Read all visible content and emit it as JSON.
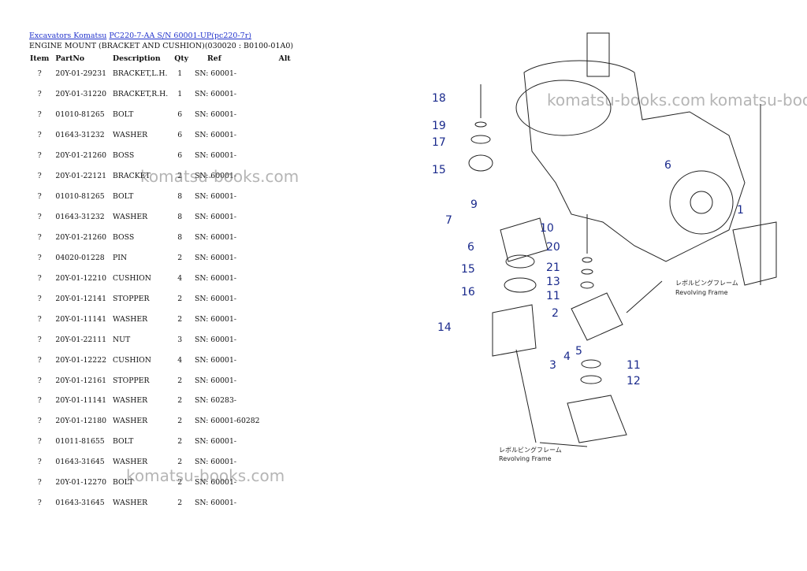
{
  "breadcrumb": {
    "link1": "Excavators Komatsu",
    "link2": "PC220-7-AA S/N 60001-UP(pc220-7r)"
  },
  "subtitle": "ENGINE MOUNT (BRACKET AND CUSHION)(030020 : B0100-01A0)",
  "columns": [
    "Item",
    "PartNo",
    "Description",
    "Qty",
    "Ref",
    "Alt"
  ],
  "rows": [
    {
      "item": "?",
      "partno": "20Y-01-29231",
      "desc": "BRACKET,L.H.",
      "qty": "1",
      "ref": "SN: 60001-",
      "alt": ""
    },
    {
      "item": "?",
      "partno": "20Y-01-31220",
      "desc": "BRACKET,R.H.",
      "qty": "1",
      "ref": "SN: 60001-",
      "alt": ""
    },
    {
      "item": "?",
      "partno": "01010-81265",
      "desc": "BOLT",
      "qty": "6",
      "ref": "SN: 60001-",
      "alt": ""
    },
    {
      "item": "?",
      "partno": "01643-31232",
      "desc": "WASHER",
      "qty": "6",
      "ref": "SN: 60001-",
      "alt": ""
    },
    {
      "item": "?",
      "partno": "20Y-01-21260",
      "desc": "BOSS",
      "qty": "6",
      "ref": "SN: 60001-",
      "alt": ""
    },
    {
      "item": "?",
      "partno": "20Y-01-22121",
      "desc": "BRACKET",
      "qty": "2",
      "ref": "SN: 60001-",
      "alt": ""
    },
    {
      "item": "?",
      "partno": "01010-81265",
      "desc": "BOLT",
      "qty": "8",
      "ref": "SN: 60001-",
      "alt": ""
    },
    {
      "item": "?",
      "partno": "01643-31232",
      "desc": "WASHER",
      "qty": "8",
      "ref": "SN: 60001-",
      "alt": ""
    },
    {
      "item": "?",
      "partno": "20Y-01-21260",
      "desc": "BOSS",
      "qty": "8",
      "ref": "SN: 60001-",
      "alt": ""
    },
    {
      "item": "?",
      "partno": "04020-01228",
      "desc": "PIN",
      "qty": "2",
      "ref": "SN: 60001-",
      "alt": ""
    },
    {
      "item": "?",
      "partno": "20Y-01-12210",
      "desc": "CUSHION",
      "qty": "4",
      "ref": "SN: 60001-",
      "alt": ""
    },
    {
      "item": "?",
      "partno": "20Y-01-12141",
      "desc": "STOPPER",
      "qty": "2",
      "ref": "SN: 60001-",
      "alt": ""
    },
    {
      "item": "?",
      "partno": "20Y-01-11141",
      "desc": "WASHER",
      "qty": "2",
      "ref": "SN: 60001-",
      "alt": ""
    },
    {
      "item": "?",
      "partno": "20Y-01-22111",
      "desc": "NUT",
      "qty": "3",
      "ref": "SN: 60001-",
      "alt": ""
    },
    {
      "item": "?",
      "partno": "20Y-01-12222",
      "desc": "CUSHION",
      "qty": "4",
      "ref": "SN: 60001-",
      "alt": ""
    },
    {
      "item": "?",
      "partno": "20Y-01-12161",
      "desc": "STOPPER",
      "qty": "2",
      "ref": "SN: 60001-",
      "alt": ""
    },
    {
      "item": "?",
      "partno": "20Y-01-11141",
      "desc": "WASHER",
      "qty": "2",
      "ref": "SN: 60283-",
      "alt": ""
    },
    {
      "item": "?",
      "partno": "20Y-01-12180",
      "desc": "WASHER",
      "qty": "2",
      "ref": "SN: 60001-60282",
      "alt": ""
    },
    {
      "item": "?",
      "partno": "01011-81655",
      "desc": "BOLT",
      "qty": "2",
      "ref": "SN: 60001-",
      "alt": ""
    },
    {
      "item": "?",
      "partno": "01643-31645",
      "desc": "WASHER",
      "qty": "2",
      "ref": "SN: 60001-",
      "alt": ""
    },
    {
      "item": "?",
      "partno": "20Y-01-12270",
      "desc": "BOLT",
      "qty": "2",
      "ref": "SN: 60001-",
      "alt": ""
    },
    {
      "item": "?",
      "partno": "01643-31645",
      "desc": "WASHER",
      "qty": "2",
      "ref": "SN: 60001-",
      "alt": ""
    }
  ],
  "watermark": "komatsu-books.com",
  "diagram": {
    "callouts": [
      "18",
      "19",
      "17",
      "15",
      "6",
      "9",
      "7",
      "10",
      "6",
      "20",
      "15",
      "21",
      "13",
      "16",
      "11",
      "2",
      "14",
      "4",
      "5",
      "3",
      "11",
      "12",
      "1"
    ],
    "frame_label_jp": "レボルビングフレーム",
    "frame_label_en": "Revolving Frame"
  },
  "colors": {
    "link": "#2233cc",
    "callout": "#1a2a8c",
    "watermark": "#787878"
  }
}
